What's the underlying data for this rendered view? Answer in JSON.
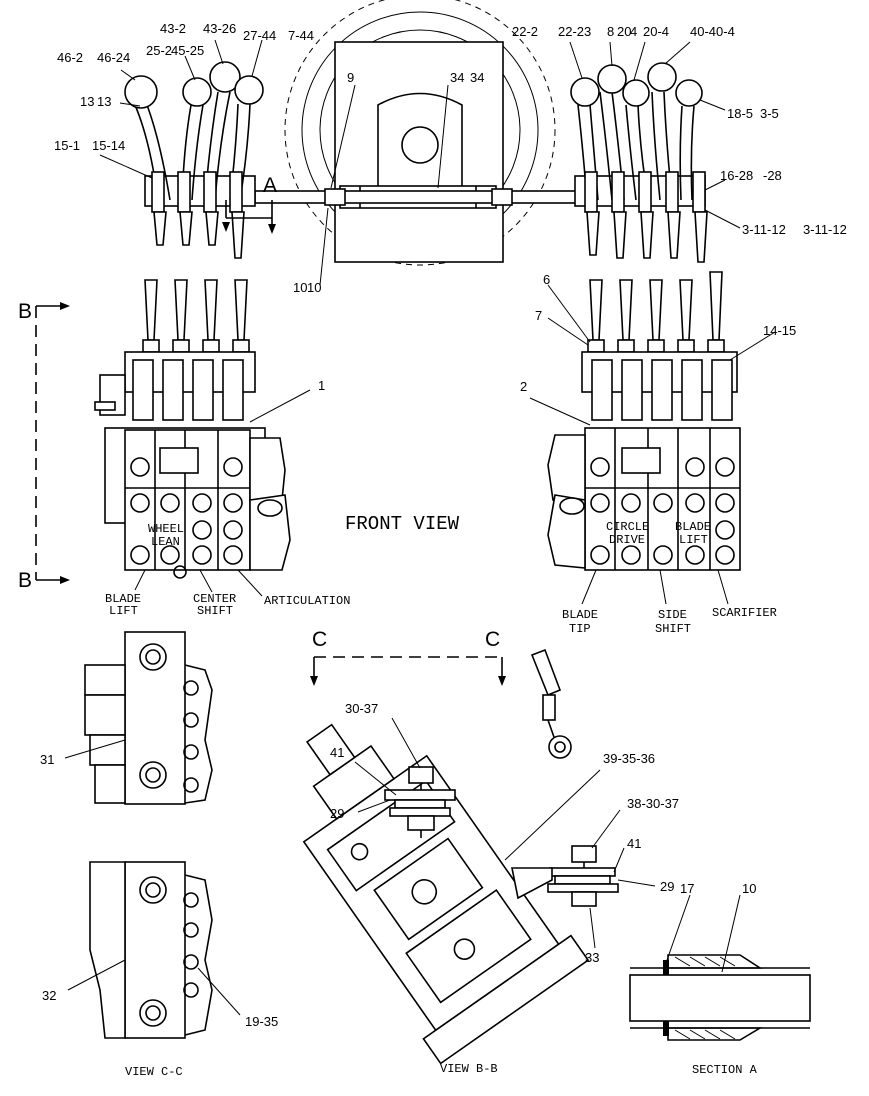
{
  "callouts": {
    "c46_24a": "46-2",
    "c46_24b": "46-24",
    "c43_26a": "43-2",
    "c43_26b": "43-26",
    "c25_45a": "25-2",
    "c45_25": "45-25",
    "c27_44": "27-44",
    "c7_44": "7-44",
    "c13a": "13",
    "c13b": "13",
    "c15_14a": "15-1",
    "c15_14b": "15-14",
    "c9": "9",
    "c34a": "34",
    "c34b": "34",
    "c22_23a": "22-2",
    "c22_23b": "22-23",
    "c8_20a": "8",
    "c8_20b": "20",
    "c4_20": "4",
    "c20": "20-4",
    "c40_4": "40-40-4",
    "c18_5a": "18-5",
    "c18_5b": "3-5",
    "c16_28a": "16-28",
    "c16_28b": "-28",
    "c3_11_12a": "3-11-12",
    "c3_11_12b": "3-11-12",
    "c10a": "10",
    "c10b": "10",
    "c6": "6",
    "c7": "7",
    "c14_15": "14-15",
    "c1": "1",
    "c2": "2",
    "c31": "31",
    "c32": "32",
    "c19_35": "19-35",
    "c30_37": "30-37",
    "c41a": "41",
    "c29a": "29",
    "c39_35_36": "39-35-36",
    "c38_30_37": "38-30-37",
    "c41b": "41",
    "c29b": "29",
    "c33": "33",
    "c17": "17",
    "c10c": "10"
  },
  "section_markers": {
    "a": "A",
    "b_top": "B",
    "b_bottom": "B",
    "c_left": "C",
    "c_right": "C"
  },
  "valve_labels": {
    "wheel": "WHEEL",
    "lean": "LEAN",
    "circle": "CIRCLE",
    "drive": "DRIVE",
    "blade": "BLADE",
    "lift": "LIFT"
  },
  "functions": {
    "blade_lift": [
      "BLADE",
      "LIFT"
    ],
    "center_shift": [
      "CENTER",
      "SHIFT"
    ],
    "articulation": "ARTICULATION",
    "blade_tip": [
      "BLADE",
      "TIP"
    ],
    "side_shift": [
      "SIDE",
      "SHIFT"
    ],
    "scarifier": "SCARIFIER"
  },
  "view_titles": {
    "front_view": "FRONT VIEW",
    "view_cc": "VIEW C-C",
    "view_bb": "VIEW B-B",
    "section_a": "SECTION A"
  }
}
